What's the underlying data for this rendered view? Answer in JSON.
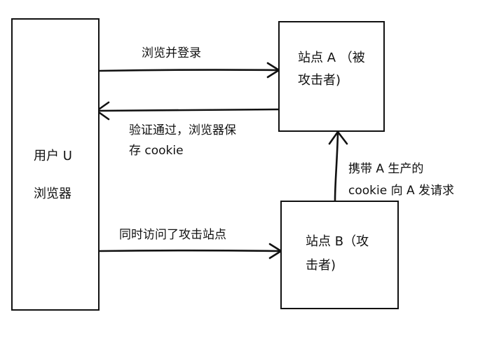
{
  "nodes": {
    "user_browser": {
      "line1": "用户 U",
      "line2": "浏览器"
    },
    "site_a": {
      "line1": "站点 A （被",
      "line2": "攻击者)"
    },
    "site_b": {
      "line1": "站点 B（攻",
      "line2": "击者)"
    }
  },
  "edges": {
    "login": "浏览并登录",
    "verify": {
      "line1": "验证通过，浏览器保",
      "line2": "存 cookie"
    },
    "visit_b": "同时访问了攻击站点",
    "forge_request": {
      "line1": "携带 A 生产的",
      "line2": "cookie 向 A 发请求"
    }
  }
}
